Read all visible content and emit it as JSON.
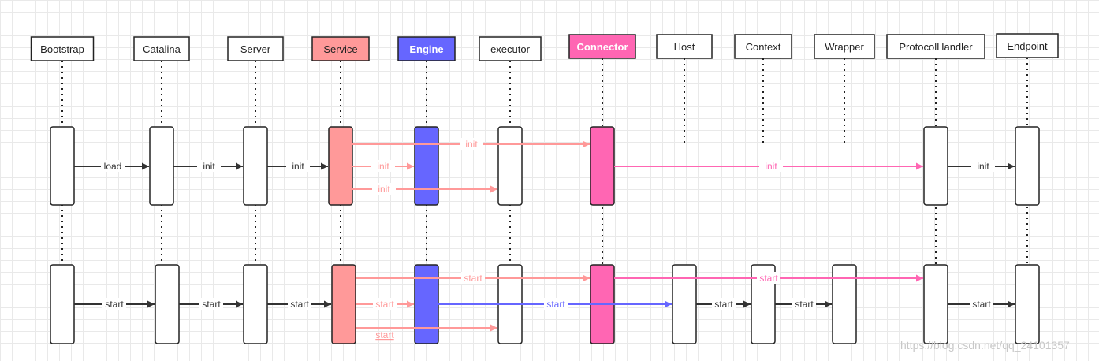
{
  "diagram": {
    "type": "sequence",
    "participants": [
      {
        "id": "bootstrap",
        "label": "Bootstrap",
        "fill": "#ffffff",
        "text": "#222222",
        "bold": false
      },
      {
        "id": "catalina",
        "label": "Catalina",
        "fill": "#ffffff",
        "text": "#222222",
        "bold": false
      },
      {
        "id": "server",
        "label": "Server",
        "fill": "#ffffff",
        "text": "#222222",
        "bold": false
      },
      {
        "id": "service",
        "label": "Service",
        "fill": "#ff9999",
        "text": "#222222",
        "bold": false
      },
      {
        "id": "engine",
        "label": "Engine",
        "fill": "#6666ff",
        "text": "#ffffff",
        "bold": true
      },
      {
        "id": "executor",
        "label": "executor",
        "fill": "#ffffff",
        "text": "#222222",
        "bold": false
      },
      {
        "id": "connector",
        "label": "Connector",
        "fill": "#ff66b3",
        "text": "#ffffff",
        "bold": true
      },
      {
        "id": "host",
        "label": "Host",
        "fill": "#ffffff",
        "text": "#222222",
        "bold": false
      },
      {
        "id": "context",
        "label": "Context",
        "fill": "#ffffff",
        "text": "#222222",
        "bold": false
      },
      {
        "id": "wrapper",
        "label": "Wrapper",
        "fill": "#ffffff",
        "text": "#222222",
        "bold": false
      },
      {
        "id": "protocolhandler",
        "label": "ProtocolHandler",
        "fill": "#ffffff",
        "text": "#222222",
        "bold": false
      },
      {
        "id": "endpoint",
        "label": "Endpoint",
        "fill": "#ffffff",
        "text": "#222222",
        "bold": false
      }
    ],
    "phases": [
      {
        "name": "init",
        "activations": [
          "bootstrap",
          "catalina",
          "server",
          "service",
          "engine",
          "executor",
          "connector",
          "protocolhandler",
          "endpoint"
        ],
        "messages": [
          {
            "from": "bootstrap",
            "to": "catalina",
            "label": "load",
            "color": "#333333"
          },
          {
            "from": "catalina",
            "to": "server",
            "label": "init",
            "color": "#333333"
          },
          {
            "from": "server",
            "to": "service",
            "label": "init",
            "color": "#333333"
          },
          {
            "from": "service",
            "to": "connector",
            "label": "init",
            "color": "#ff9999"
          },
          {
            "from": "service",
            "to": "engine",
            "label": "init",
            "color": "#ff9999"
          },
          {
            "from": "service",
            "to": "executor",
            "label": "init",
            "color": "#ff9999"
          },
          {
            "from": "connector",
            "to": "protocolhandler",
            "label": "init",
            "color": "#ff66b3"
          },
          {
            "from": "protocolhandler",
            "to": "endpoint",
            "label": "init",
            "color": "#333333"
          }
        ]
      },
      {
        "name": "start",
        "activations": [
          "bootstrap",
          "catalina",
          "server",
          "service",
          "engine",
          "executor",
          "connector",
          "host",
          "context",
          "wrapper",
          "protocolhandler",
          "endpoint"
        ],
        "messages": [
          {
            "from": "bootstrap",
            "to": "catalina",
            "label": "start",
            "color": "#333333"
          },
          {
            "from": "catalina",
            "to": "server",
            "label": "start",
            "color": "#333333"
          },
          {
            "from": "server",
            "to": "service",
            "label": "start",
            "color": "#333333"
          },
          {
            "from": "service",
            "to": "connector",
            "label": "start",
            "color": "#ff9999"
          },
          {
            "from": "service",
            "to": "engine",
            "label": "start",
            "color": "#ff9999"
          },
          {
            "from": "service",
            "to": "executor",
            "label": "start",
            "color": "#ff9999"
          },
          {
            "from": "engine",
            "to": "host",
            "label": "start",
            "color": "#6666ff"
          },
          {
            "from": "connector",
            "to": "protocolhandler",
            "label": "start",
            "color": "#ff66b3"
          },
          {
            "from": "host",
            "to": "context",
            "label": "start",
            "color": "#333333"
          },
          {
            "from": "context",
            "to": "wrapper",
            "label": "start",
            "color": "#333333"
          },
          {
            "from": "protocolhandler",
            "to": "endpoint",
            "label": "start",
            "color": "#333333"
          }
        ]
      }
    ]
  },
  "watermark": "https://blog.csdn.net/qq_24101357"
}
